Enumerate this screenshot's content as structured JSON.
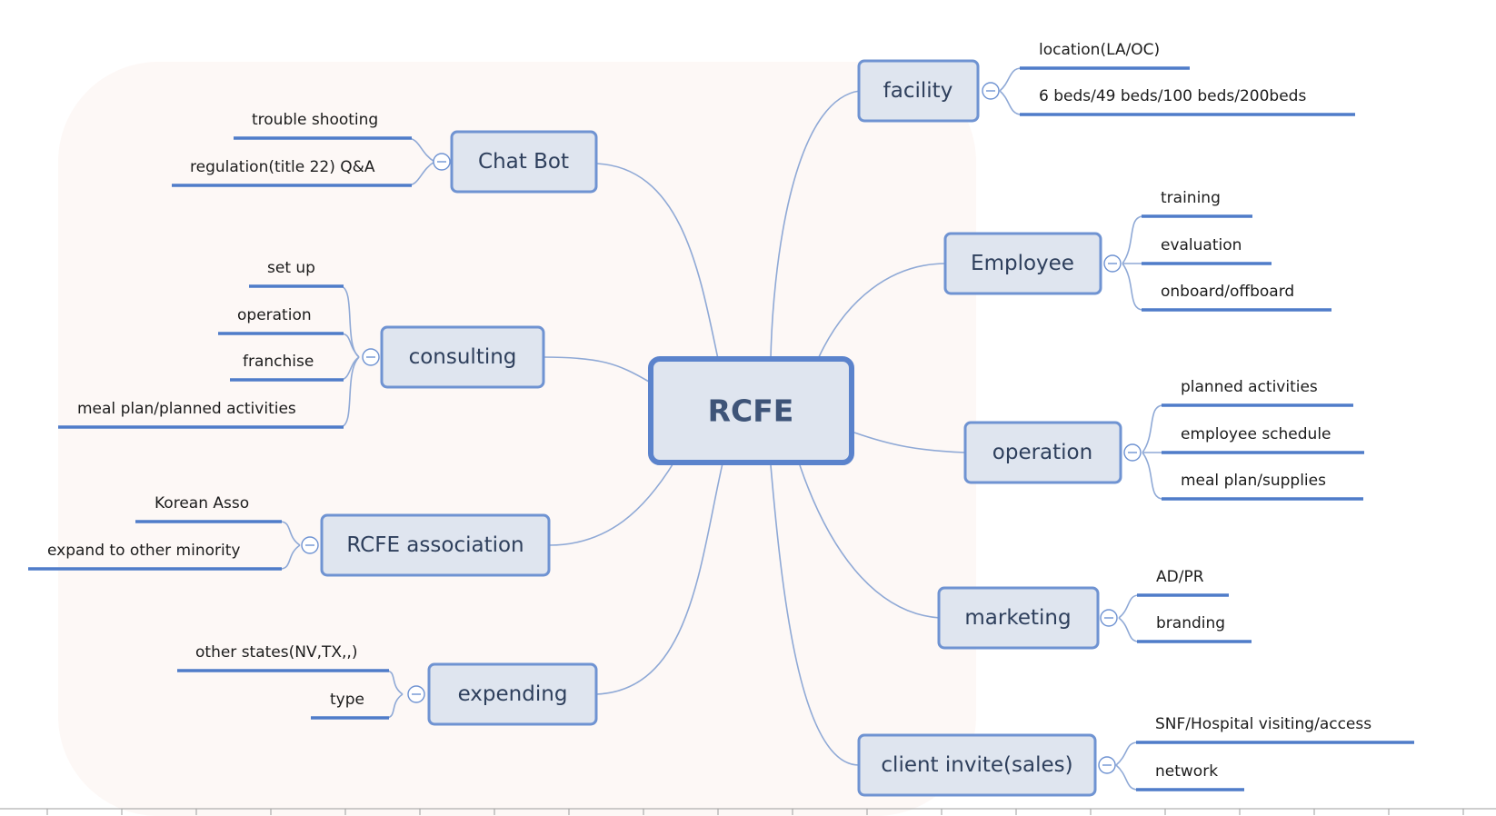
{
  "central": {
    "label": "RCFE"
  },
  "left_branches": [
    {
      "label": "Chat Bot",
      "children": [
        "trouble shooting",
        "regulation(title 22) Q&A"
      ]
    },
    {
      "label": "consulting",
      "children": [
        "set up",
        "operation",
        "franchise",
        "meal plan/planned activities"
      ]
    },
    {
      "label": "RCFE association",
      "children": [
        "Korean Asso",
        "expand to other minority"
      ]
    },
    {
      "label": "expending",
      "children": [
        "other states(NV,TX,,)",
        "type"
      ]
    }
  ],
  "right_branches": [
    {
      "label": "facility",
      "children": [
        "location(LA/OC)",
        "6 beds/49 beds/100 beds/200beds"
      ]
    },
    {
      "label": "Employee",
      "children": [
        "training",
        "evaluation",
        "onboard/offboard"
      ]
    },
    {
      "label": "operation",
      "children": [
        "planned activities",
        "employee schedule",
        "meal plan/supplies"
      ]
    },
    {
      "label": "marketing",
      "children": [
        "AD/PR",
        "branding"
      ]
    },
    {
      "label": "client invite(sales)",
      "children": [
        "SNF/Hospital visiting/access",
        "network"
      ]
    }
  ],
  "colors": {
    "node_fill": "#dfe5ef",
    "node_border": "#6f93d2",
    "branch_line": "#8fa9d6",
    "leaf_underline": "#4f7cc9",
    "canvas_tint": "#fdf8f6"
  }
}
